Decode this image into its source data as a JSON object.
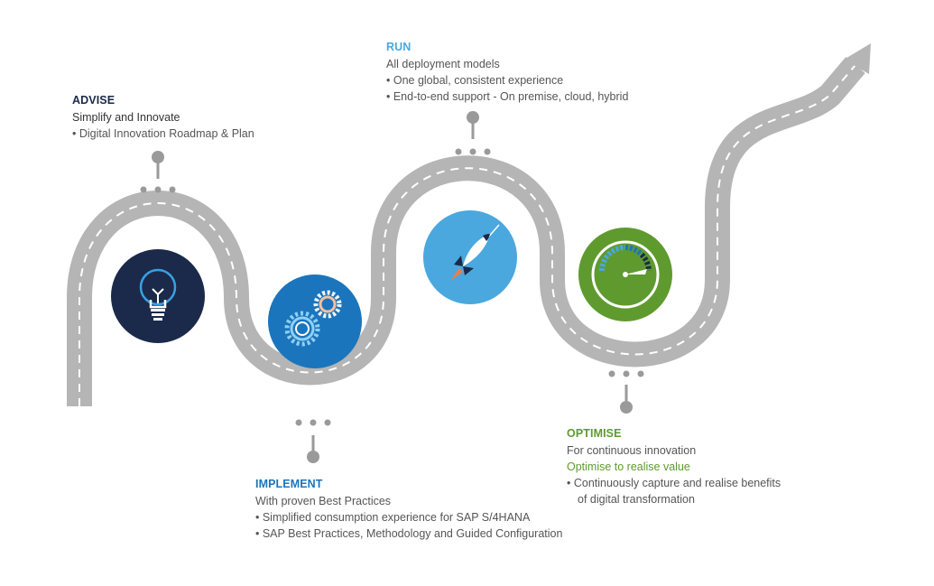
{
  "colors": {
    "road": "#b8b8b8",
    "road_dash": "#ffffff",
    "connector": "#9a9a9a",
    "advise": "#1b2a4a",
    "implement": "#1b75bc",
    "run": "#4aa8de",
    "optimise": "#5f9a2f"
  },
  "stages": {
    "advise": {
      "title": "ADVISE",
      "subtitle": "Simplify and Innovate",
      "bullets": [
        "• Digital Innovation Roadmap & Plan"
      ],
      "icon": "lightbulb-icon"
    },
    "implement": {
      "title": "IMPLEMENT",
      "subtitle": "With proven Best Practices",
      "bullets": [
        "• Simplified consumption experience for SAP S/4HANA",
        "• SAP Best Practices, Methodology and Guided Configuration"
      ],
      "icon": "gears-icon"
    },
    "run": {
      "title": "RUN",
      "subtitle": "All deployment models",
      "bullets": [
        "• One global, consistent experience",
        "• End-to-end support - On premise, cloud, hybrid"
      ],
      "icon": "rocket-icon"
    },
    "optimise": {
      "title": "OPTIMISE",
      "subtitle": "For continuous innovation",
      "highlight": "Optimise to realise value",
      "bullets": [
        "• Continuously capture and realise benefits"
      ],
      "bullet_continuation": "of digital transformation",
      "icon": "speedometer-icon"
    }
  }
}
